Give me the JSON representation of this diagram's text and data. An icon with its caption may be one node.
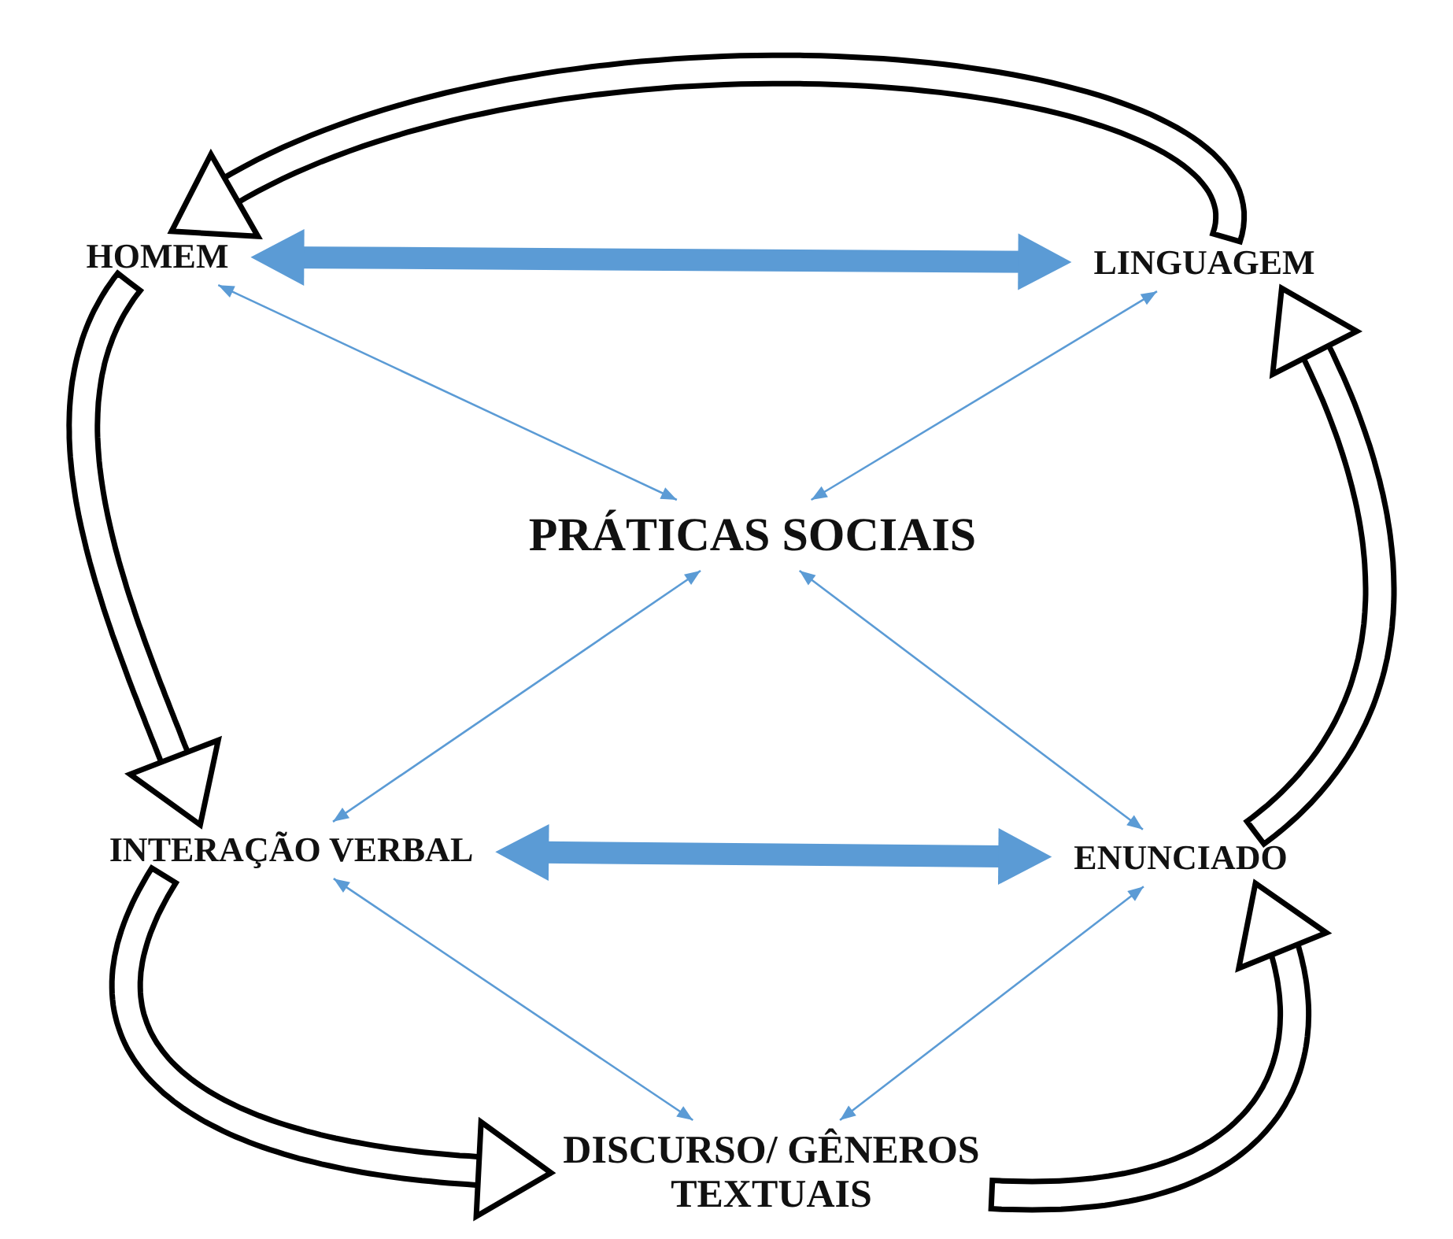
{
  "diagram": {
    "nodes": [
      {
        "text": [
          "HOMEM"
        ]
      },
      {
        "text": [
          "LINGUAGEM"
        ]
      },
      {
        "text": [
          "PRÁTICAS SOCIAIS"
        ]
      },
      {
        "text": [
          "INTERAÇÃO VERBAL"
        ]
      },
      {
        "text": [
          "ENUNCIADO"
        ]
      },
      {
        "text": [
          "DISCURSO/ GÊNEROS TEXTUAIS"
        ]
      }
    ],
    "edges": [
      {
        "from": 1,
        "to": 0,
        "arrow": "to",
        "color": "#000000"
      },
      {
        "from": 0,
        "to": 3,
        "arrow": "to",
        "color": "#000000"
      },
      {
        "from": 3,
        "to": 5,
        "arrow": "to",
        "color": "#000000"
      },
      {
        "from": 5,
        "to": 4,
        "arrow": "to",
        "color": "#000000"
      },
      {
        "from": 4,
        "to": 1,
        "arrow": "to",
        "color": "#000000"
      },
      {
        "from": 0,
        "to": 1,
        "arrow": "both",
        "style": "thick"
      },
      {
        "from": 3,
        "to": 4,
        "arrow": "both",
        "style": "thick"
      },
      {
        "from": 0,
        "to": 2,
        "arrow": "both"
      },
      {
        "from": 1,
        "to": 2,
        "arrow": "both"
      },
      {
        "from": 3,
        "to": 2,
        "arrow": "both"
      },
      {
        "from": 4,
        "to": 2,
        "arrow": "both"
      },
      {
        "from": 3,
        "to": 5,
        "arrow": "both"
      },
      {
        "from": 4,
        "to": 5,
        "arrow": "both"
      }
    ]
  }
}
